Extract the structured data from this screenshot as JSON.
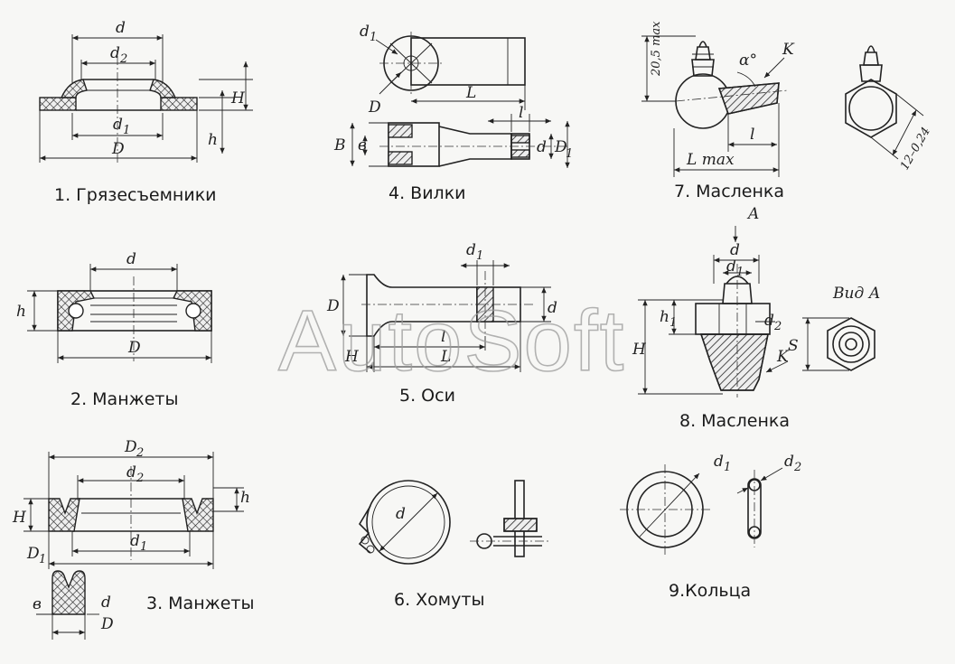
{
  "watermark": "AutoSoft",
  "figures": [
    {
      "caption": "1. Грязесъемники",
      "labels": {
        "d": "d",
        "d2": "d",
        "d2sub": "2",
        "d1": "d",
        "d1sub": "1",
        "D": "D",
        "H": "H",
        "h": "h"
      }
    },
    {
      "caption": "2. Манжеты",
      "labels": {
        "d": "d",
        "h": "h",
        "D": "D"
      }
    },
    {
      "caption": "3. Манжеты",
      "labels": {
        "D2": "D",
        "D2sub": "2",
        "d2": "d",
        "d2sub": "2",
        "d1": "d",
        "d1sub": "1",
        "H": "H",
        "h": "h",
        "D1": "D",
        "D1sub": "1",
        "b": "в",
        "d": "d",
        "D": "D"
      }
    },
    {
      "caption": "4. Вилки",
      "labels": {
        "d1": "d",
        "d1sub": "1",
        "D": "D",
        "L": "L",
        "l": "l",
        "B": "B",
        "b": "в",
        "d": "d",
        "D1": "D",
        "D1sub": "1"
      }
    },
    {
      "caption": "5. Оси",
      "labels": {
        "d1": "d",
        "d1sub": "1",
        "D": "D",
        "d": "d",
        "H": "H",
        "l": "l",
        "L": "L"
      }
    },
    {
      "caption": "6. Хомуты",
      "labels": {
        "d": "d"
      }
    },
    {
      "caption": "7. Масленка",
      "labels": {
        "h": "20,5 max",
        "alpha": "α°",
        "K": "K",
        "l": "l",
        "L": "L max",
        "s": "12–0,24"
      }
    },
    {
      "caption": "8. Масленка",
      "labels": {
        "A": "A",
        "d": "d",
        "d1": "d",
        "d1sub": "1",
        "d2": "d",
        "d2sub": "2",
        "h1": "h",
        "h1sub": "1",
        "H": "H",
        "K": "K",
        "view": "Вид А",
        "S": "S"
      }
    },
    {
      "caption": "9.Кольца",
      "labels": {
        "d1": "d",
        "d1sub": "1",
        "d2": "d",
        "d2sub": "2"
      }
    }
  ]
}
